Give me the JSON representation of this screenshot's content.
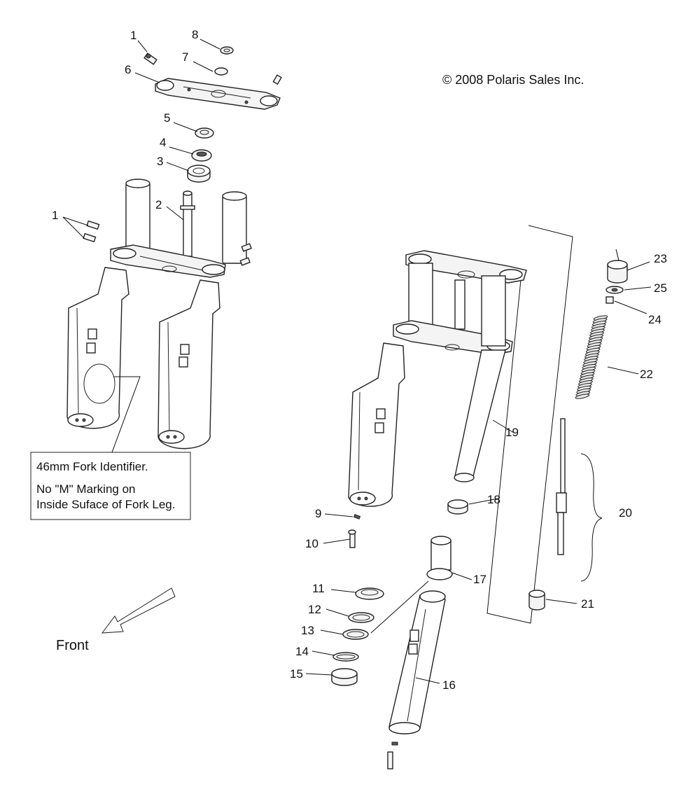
{
  "copyright": "© 2008 Polaris Sales Inc.",
  "front_label": "Front",
  "note": {
    "line1": "46mm Fork Identifier.",
    "line2": "No \"M\" Marking on",
    "line3": "Inside Suface of Fork Leg."
  },
  "callouts": {
    "c1a": "1",
    "c1b": "1",
    "c2": "2",
    "c3": "3",
    "c4": "4",
    "c5": "5",
    "c6": "6",
    "c7": "7",
    "c8": "8",
    "c9": "9",
    "c10": "10",
    "c11": "11",
    "c12": "12",
    "c13": "13",
    "c14": "14",
    "c15": "15",
    "c16": "16",
    "c17": "17",
    "c18": "18",
    "c19": "19",
    "c20": "20",
    "c21": "21",
    "c22": "22",
    "c23": "23",
    "c24": "24",
    "c25": "25"
  }
}
